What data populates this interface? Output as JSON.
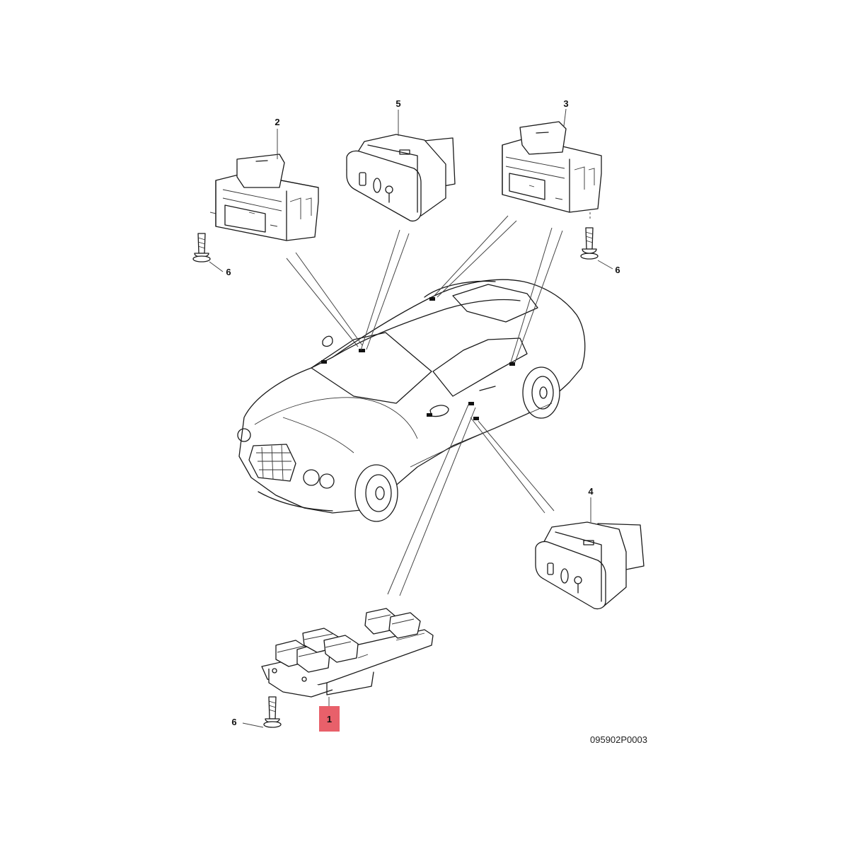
{
  "diagram": {
    "callouts": [
      {
        "id": "1",
        "label": "1",
        "highlighted": true
      },
      {
        "id": "2",
        "label": "2"
      },
      {
        "id": "3",
        "label": "3"
      },
      {
        "id": "4",
        "label": "4"
      },
      {
        "id": "5",
        "label": "5"
      },
      {
        "id": "6a",
        "label": "6"
      },
      {
        "id": "6b",
        "label": "6"
      },
      {
        "id": "6c",
        "label": "6"
      }
    ],
    "reference_code": "095902P0003",
    "highlight_color": "#e8606a",
    "line_color": "#1a1a1a",
    "parts": [
      {
        "callout": "1",
        "icon": "master-window-switch-panel-icon"
      },
      {
        "callout": "2",
        "icon": "window-switch-icon"
      },
      {
        "callout": "3",
        "icon": "window-switch-icon"
      },
      {
        "callout": "4",
        "icon": "seat-memory-switch-icon"
      },
      {
        "callout": "5",
        "icon": "seat-memory-switch-icon"
      },
      {
        "callout": "6",
        "icon": "screw-icon"
      }
    ]
  }
}
